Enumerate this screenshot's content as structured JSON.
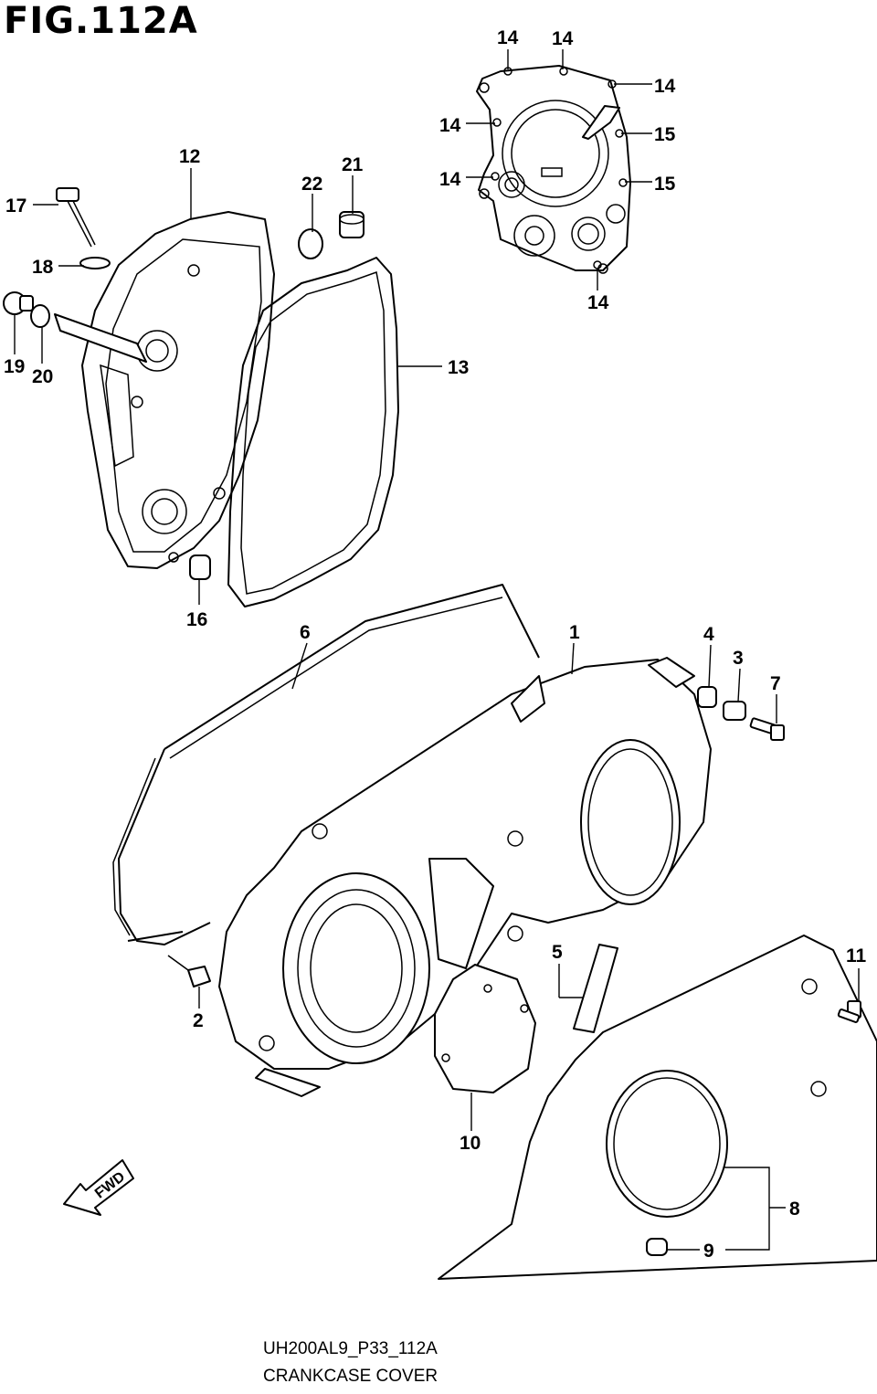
{
  "figure": {
    "title": "FIG.112A",
    "code": "UH200AL9_P33_112A",
    "description": "CRANKCASE COVER",
    "direction_label": "FWD"
  },
  "callouts": [
    "1",
    "2",
    "3",
    "4",
    "5",
    "6",
    "7",
    "8",
    "9",
    "10",
    "11",
    "12",
    "13",
    "14",
    "15",
    "16",
    "17",
    "18",
    "19",
    "20",
    "21",
    "22"
  ],
  "callout_labels": {
    "c1": "1",
    "c2": "2",
    "c3": "3",
    "c4": "4",
    "c5": "5",
    "c6": "6",
    "c7": "7",
    "c8": "8",
    "c9": "9",
    "c10": "10",
    "c11": "11",
    "c12": "12",
    "c13": "13",
    "c14a": "14",
    "c14b": "14",
    "c14c": "14",
    "c14d": "14",
    "c14e": "14",
    "c14f": "14",
    "c15a": "15",
    "c15b": "15",
    "c16": "16",
    "c17": "17",
    "c18": "18",
    "c19": "19",
    "c20": "20",
    "c21": "21",
    "c22": "22"
  }
}
